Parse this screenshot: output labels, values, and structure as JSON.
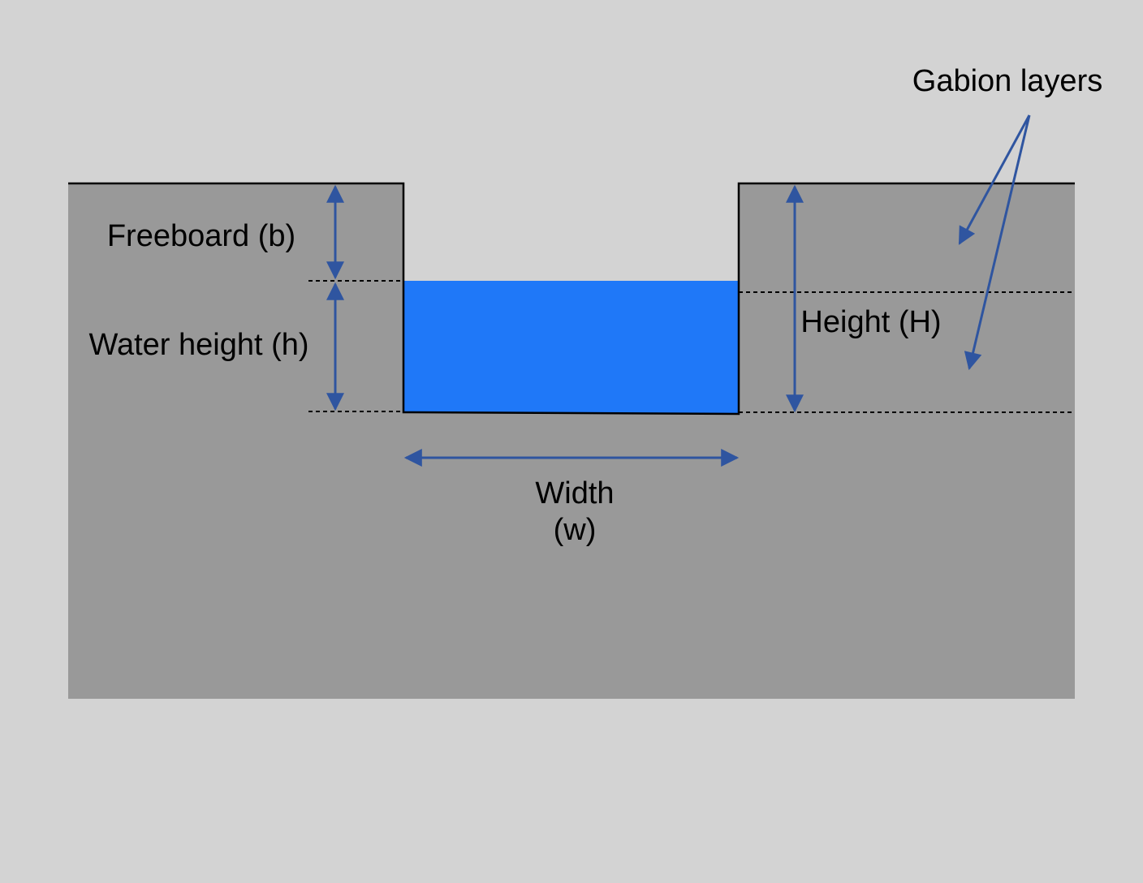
{
  "labels": {
    "freeboard": "Freeboard (b)",
    "water_height": "Water height (h)",
    "height": "Height (H)",
    "width_line1": "Width",
    "width_line2": "(w)",
    "gabion_layers": "Gabion layers"
  },
  "colors": {
    "background": "#d3d3d3",
    "ground": "#999999",
    "water": "#1f78f8",
    "arrow": "#2f55a0",
    "outline": "#000000"
  }
}
